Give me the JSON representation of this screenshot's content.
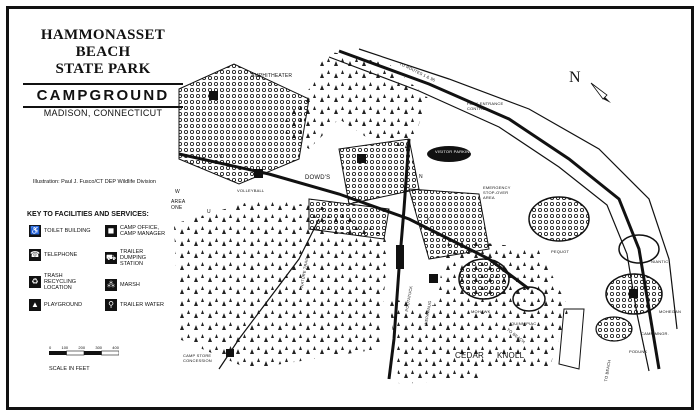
{
  "title": {
    "line1": "HAMMONASSET",
    "line2": "BEACH",
    "line3": "STATE PARK",
    "subtitle": "CAMPGROUND",
    "location": "MADISON, CONNECTICUT"
  },
  "credit": "Illustration: Paul J. Fusco/CT DEP Wildlife Division",
  "key": {
    "title": "KEY TO FACILITIES AND SERVICES:",
    "items": [
      {
        "icon": "toilet-building-icon",
        "glyph": "♿",
        "label": "TOILET BUILDING"
      },
      {
        "icon": "camp-office-icon",
        "glyph": "◼",
        "label": "CAMP OFFICE, CAMP MANAGER"
      },
      {
        "icon": "telephone-icon",
        "glyph": "☎",
        "label": "TELEPHONE"
      },
      {
        "icon": "trailer-dumping-icon",
        "glyph": "⛟",
        "label": "TRAILER DUMPING STATION"
      },
      {
        "icon": "trash-recycling-icon",
        "glyph": "♻",
        "label": "TRASH RECYCLING LOCATION"
      },
      {
        "icon": "marsh-icon",
        "glyph": "⁂",
        "label": "MARSH"
      },
      {
        "icon": "playground-icon",
        "glyph": "▲",
        "label": "PLAYGROUND"
      },
      {
        "icon": "trailer-water-icon",
        "glyph": "⚲",
        "label": "TRAILER WATER"
      }
    ]
  },
  "scale": {
    "ticks": [
      "0",
      "100",
      "200",
      "300",
      "400"
    ],
    "label": "SCALE IN FEET"
  },
  "labels": {
    "north": "N",
    "amphitheater": "AMPHITHEATER",
    "to_routes": "TO ROUTES 1 & 95",
    "park_entrance": "PARK ENTRANCE CONTROL",
    "visitor_parking": "VISITOR PARKING",
    "volleyball": "VOLLEYBALL",
    "dowds": "DOWD'S",
    "area_one": "AREA ONE",
    "emergency": "EMERGENCY STOP-OVER AREA",
    "pequot": "PEQUOT",
    "mohawk": "MOHAWK",
    "quinnipiac": "QUINNIPIAC",
    "niantic": "NIANTIC",
    "mohegan": "MOHEGAN",
    "podunk": "PODUNK",
    "camp_mngr": "CAMP MNGR.",
    "cedar": "CEDAR",
    "knoll": "KNOLL",
    "camp_store": "CAMP STORE CONCESSION",
    "nature_trail": "NATURE TRAIL",
    "pootatuck": "POOTATUCK",
    "wepawaug": "WEPAWAUG",
    "to_beach": "TO BEACH",
    "to_beach2": "TO BEACH",
    "area_w": "W",
    "area_v": "V",
    "area_u": "U",
    "area_n": "N",
    "area_k": "K"
  }
}
